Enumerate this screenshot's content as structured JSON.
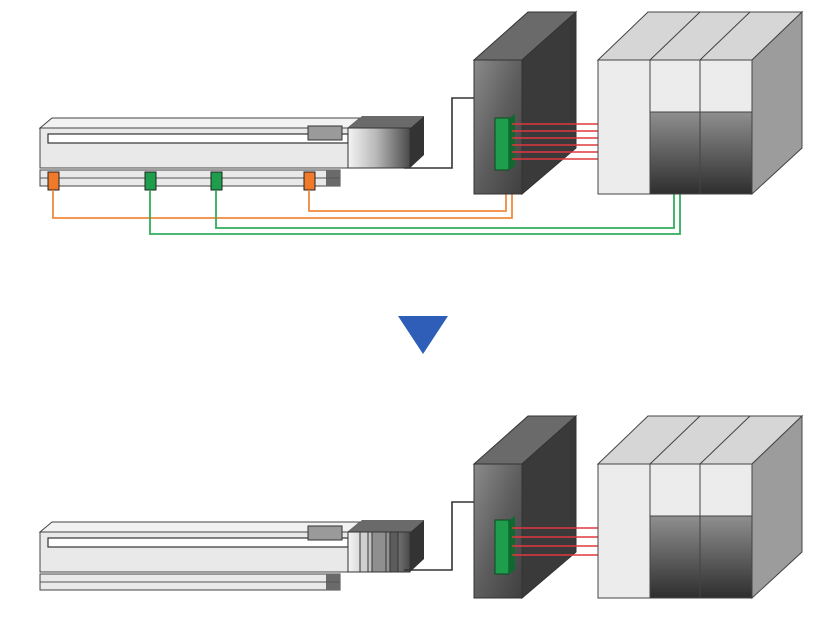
{
  "diagram": {
    "before": {
      "sensor_colors": [
        "orange",
        "green",
        "green",
        "orange"
      ],
      "controller_signal_lines": 6
    },
    "after": {
      "sensor_count": 0,
      "controller_signal_lines": 4
    }
  },
  "colors": {
    "background": "#ffffff",
    "arrow": "#2f5eb8",
    "sensor_orange": "#f07a2a",
    "sensor_green": "#1e9e4c",
    "wire_red": "#e0383c",
    "wire_orange": "#f08a3c",
    "wire_green": "#2fae5c",
    "cable": "#333333"
  },
  "icons": [
    "actuator-slider-icon",
    "connector-icon",
    "sensor-icon",
    "flow-arrow-icon",
    "controller-box-icon",
    "plc-rack-icon"
  ]
}
